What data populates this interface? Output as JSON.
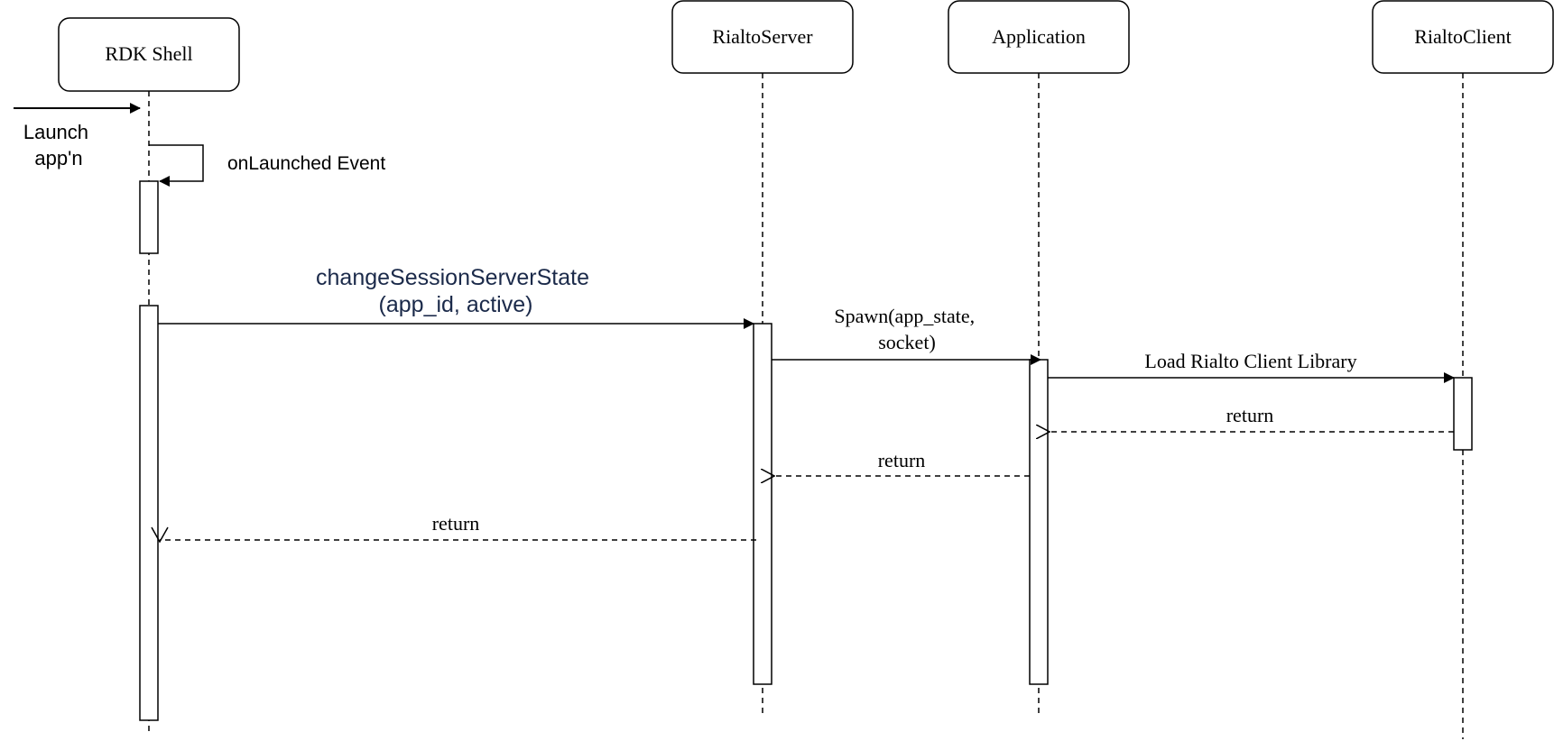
{
  "participants": {
    "rdk_shell": "RDK Shell",
    "rialto_server": "RialtoServer",
    "application": "Application",
    "rialto_client": "RialtoClient"
  },
  "messages": {
    "launch": [
      "Launch",
      "app'n"
    ],
    "on_launched": "onLaunched Event",
    "change_state": [
      "changeSessionServerState",
      "(app_id, active)"
    ],
    "spawn": [
      "Spawn(app_state,",
      "socket)"
    ],
    "load_library": "Load Rialto Client Library",
    "return_client": "return",
    "return_application": "return",
    "return_server": "return"
  },
  "colors": {
    "stroke": "#000000",
    "text": "#000000",
    "highlight_text": "#1b2a4a",
    "fill": "#ffffff"
  }
}
